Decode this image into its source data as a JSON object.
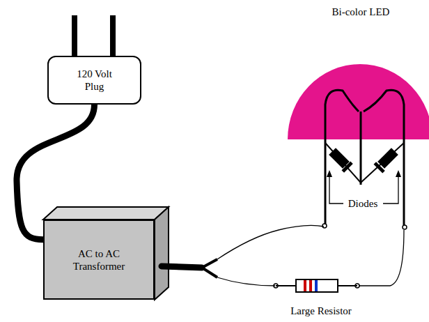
{
  "diagram": {
    "nodes": [
      {
        "text": [
          "120 Volt Plug"
        ]
      },
      {
        "text": [
          "AC to AC Transformer"
        ]
      }
    ],
    "edges": [
      {
        "from": 0,
        "to": 1,
        "arrow": "none"
      }
    ],
    "labels": [
      "Bi-color LED",
      "Diodes",
      "Large Resistor"
    ]
  }
}
